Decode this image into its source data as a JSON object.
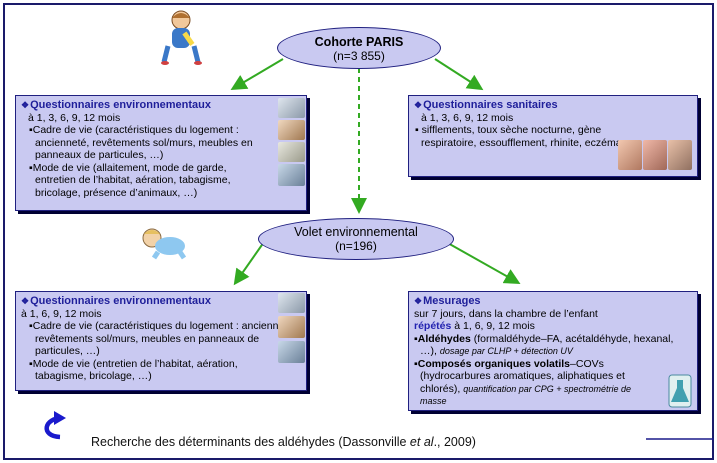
{
  "top_node": {
    "title": "Cohorte PARIS",
    "count": "(n=3 855)"
  },
  "mid_node": {
    "title": "Volet environnemental",
    "count": "(n=196)"
  },
  "box_env_cohort": {
    "title": "Questionnaires environnementaux",
    "freq": "à 1, 3, 6, 9, 12  mois",
    "items": [
      "Cadre de vie (caractéristiques du logement : ancienneté, revêtements sol/murs, meubles en panneaux de particules, …)",
      "Mode de vie (allaitement, mode de garde, entretien de l’habitat, aération, tabagisme, bricolage, présence d’animaux, …)"
    ]
  },
  "box_health": {
    "title": "Questionnaires sanitaires",
    "freq": "à 1, 3, 6, 9, 12 mois",
    "items": [
      "sifflements, toux sèche nocturne, gène respiratoire, essoufflement, rhinite, eczéma, …"
    ]
  },
  "box_env_sub": {
    "title": "Questionnaires environnementaux",
    "freq": "à 1, 6, 9, 12 mois",
    "items": [
      "Cadre de vie (caractéristiques du logement : ancienneté, revêtements sol/murs, meubles en panneaux de particules, …)",
      "Mode de vie (entretien de l’habitat, aération, tabagisme, bricolage, …)"
    ]
  },
  "box_measures": {
    "title": "Mesurages",
    "line1": "sur 7 jours, dans la chambre de l’enfant",
    "line2_hl": "répétés",
    "line2_rest": " à 1, 6, 9, 12 mois",
    "aldehydes_label": "Aldéhydes",
    "aldehydes_text": " (formaldéhyde–FA, acétaldéhyde, hexanal, …), ",
    "aldehydes_method": "dosage par CLHP + détection UV",
    "cov_label": "Composés organiques volatils",
    "cov_text": "–COVs (hydrocarbures aromatiques, aliphatiques et chlorés), ",
    "cov_method": "quantification par CPG + spectrométrie de masse"
  },
  "footer": {
    "prefix": "Recherche des déterminants des aldéhydes (Dassonville ",
    "italic": "et al",
    "suffix": "., 2009)"
  },
  "colors": {
    "box_fill": "#c9c9f1",
    "box_border": "#202080",
    "title_blue": "#1f1f9a",
    "arrow_green": "#33aa22",
    "return_arrow": "#1a1acc"
  },
  "icons": [
    "baby-bottle-icon",
    "crawling-baby-icon",
    "return-arrow-icon",
    "lab-flask-icon"
  ]
}
